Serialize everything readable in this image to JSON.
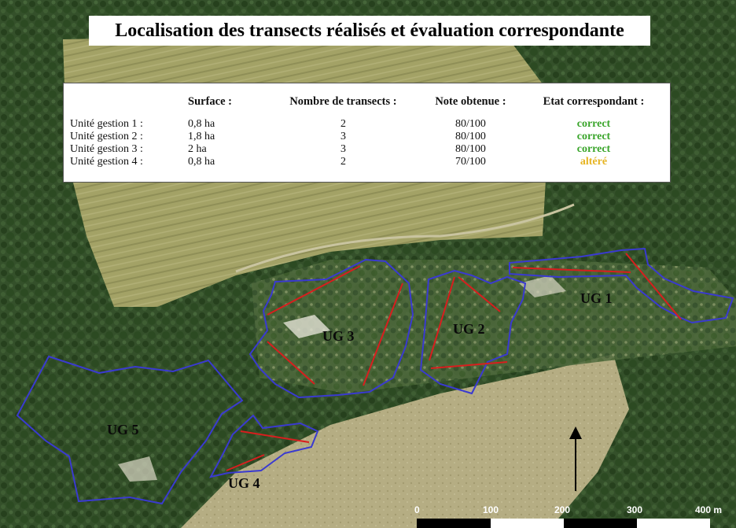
{
  "title": "Localisation des transects réalisés et évaluation correspondante",
  "table": {
    "headers": [
      "",
      "Surface :",
      "Nombre de transects :",
      "Note obtenue :",
      "Etat correspondant :"
    ],
    "rows": [
      {
        "label": "Unité gestion 1 :",
        "surface": "0,8 ha",
        "transects": "2",
        "note": "80/100",
        "etat": "correct",
        "etat_color": "#3aa52b"
      },
      {
        "label": "Unité gestion 2 :",
        "surface": "1,8 ha",
        "transects": "3",
        "note": "80/100",
        "etat": "correct",
        "etat_color": "#3aa52b"
      },
      {
        "label": "Unité gestion 3 :",
        "surface": "2 ha",
        "transects": "3",
        "note": "80/100",
        "etat": "correct",
        "etat_color": "#3aa52b"
      },
      {
        "label": "Unité gestion 4 :",
        "surface": "0,8 ha",
        "transects": "2",
        "note": "70/100",
        "etat": "altéré",
        "etat_color": "#e6b422"
      }
    ]
  },
  "units": [
    {
      "id": "ug1",
      "label": "UG 1"
    },
    {
      "id": "ug2",
      "label": "UG 2"
    },
    {
      "id": "ug3",
      "label": "UG 3"
    },
    {
      "id": "ug4",
      "label": "UG 4"
    },
    {
      "id": "ug5",
      "label": "UG 5"
    }
  ],
  "scale_bar": {
    "labels": [
      "0",
      "100",
      "200",
      "300",
      "400 m"
    ]
  },
  "colors": {
    "boundary": "#3a3ad0",
    "transect": "#d81e1e",
    "forest": "#2f4a24",
    "meadow": "#9a9a5c",
    "path": "#c8c6a4"
  },
  "north_arrow": "north-arrow-icon"
}
